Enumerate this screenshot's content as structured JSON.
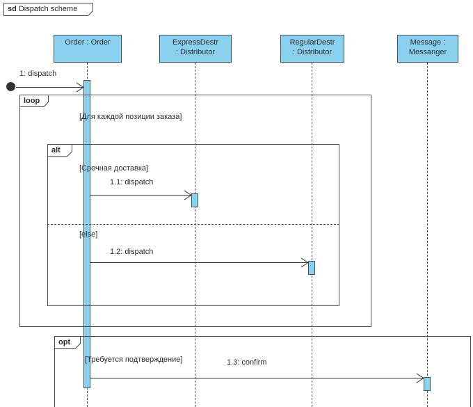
{
  "frame": {
    "keyword": "sd",
    "title": "Dispatch scheme"
  },
  "lifelines": [
    {
      "id": "order",
      "lines": [
        "Order : Order",
        ""
      ]
    },
    {
      "id": "express",
      "lines": [
        "ExpressDestr",
        ": Distributor"
      ]
    },
    {
      "id": "regular",
      "lines": [
        "RegularDestr",
        ": Distributor"
      ]
    },
    {
      "id": "message",
      "lines": [
        "Message :",
        "Messanger"
      ]
    }
  ],
  "messages": [
    {
      "label": "1: dispatch"
    },
    {
      "label": "1.1: dispatch"
    },
    {
      "label": "1.2: dispatch"
    },
    {
      "label": "1.3: confirm"
    }
  ],
  "fragments": {
    "loop": {
      "operator": "loop",
      "guard": "[Для каждой позиции заказа]"
    },
    "alt": {
      "operator": "alt",
      "guard_1": "[Срочная доставка]",
      "guard_2": "[else]"
    },
    "opt": {
      "operator": "opt",
      "guard": "[Требуется подтверждение]"
    }
  },
  "colors": {
    "background": "#FFFFFF",
    "node_fill": "#8AD1F0",
    "node_border": "#3A5566",
    "frame_border": "#4A4A4A",
    "line_color": "#333333",
    "text_color": "#2D2D2D"
  }
}
